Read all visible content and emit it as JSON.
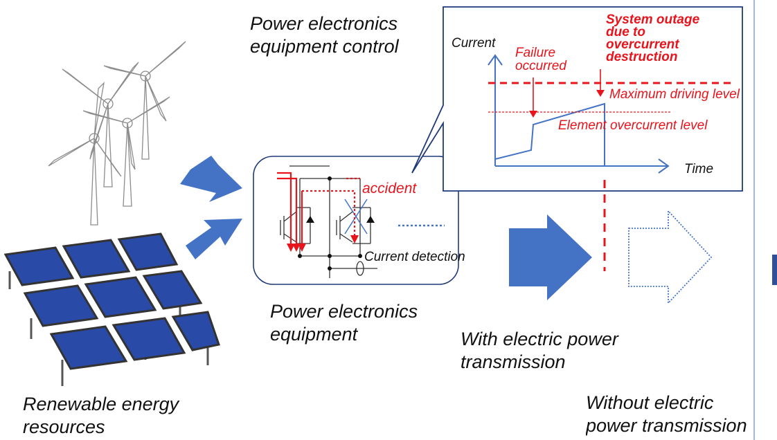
{
  "labels": {
    "pe_control": [
      "Power electronics",
      "equipment control"
    ],
    "pe_equipment": [
      "Power electronics",
      "equipment"
    ],
    "renewable": [
      "Renewable energy",
      "resources"
    ],
    "with_tx": [
      "With electric power",
      "transmission"
    ],
    "without_tx": [
      "Without electric",
      "power transmission"
    ],
    "current_detection": "Current detection",
    "accident": "accident"
  },
  "callout": {
    "y_axis": "Current",
    "x_axis": "Time",
    "failure": [
      "Failure",
      "occurred"
    ],
    "outage": [
      "System outage",
      "due to",
      "overcurrent",
      "destruction"
    ],
    "max_level": "Maximum driving level",
    "overcurrent_level": "Element overcurrent level"
  },
  "colors": {
    "blue": "#4472c4",
    "red": "#e8141c",
    "navy": "#1f3a7a",
    "panel": "#2a4aa8"
  }
}
